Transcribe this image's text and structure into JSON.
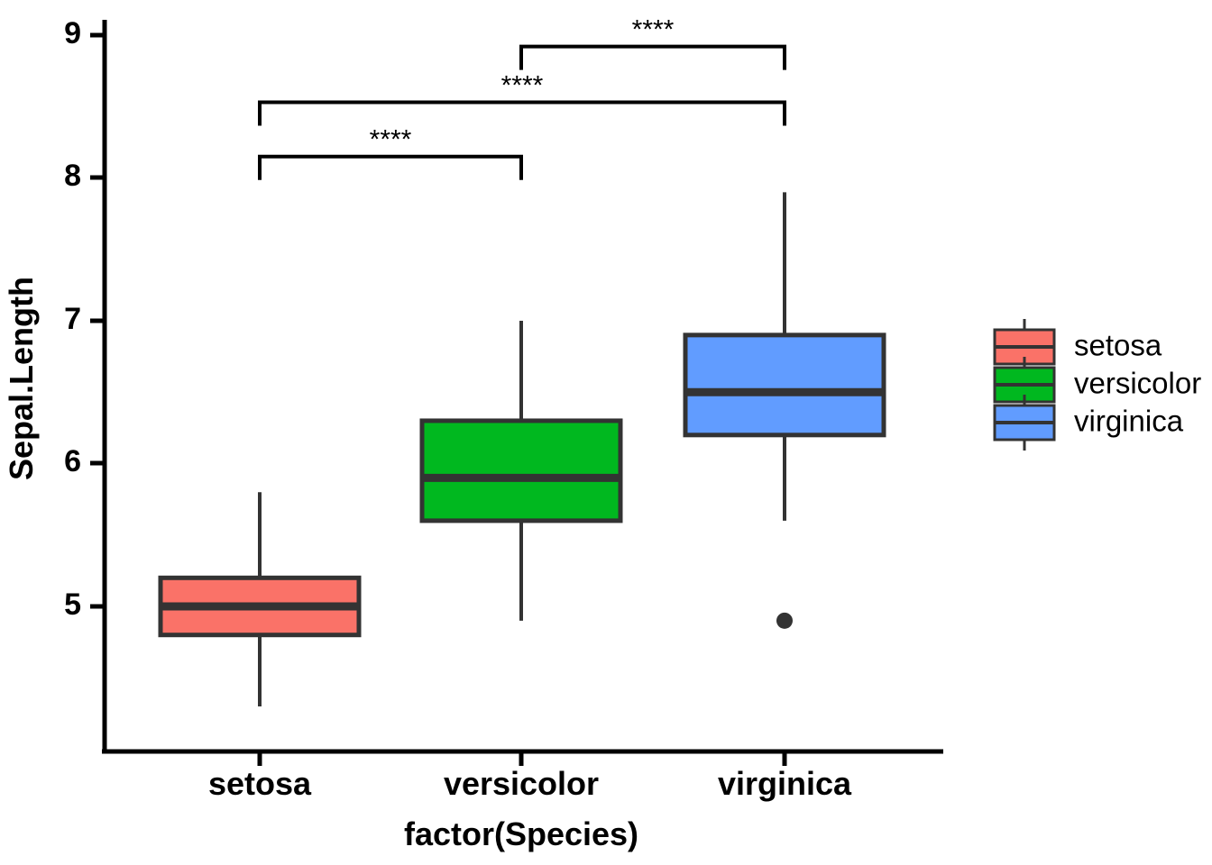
{
  "chart_data": {
    "type": "box",
    "title": "",
    "xlabel": "factor(Species)",
    "ylabel": "Sepal.Length",
    "categories": [
      "setosa",
      "versicolor",
      "virginica"
    ],
    "ylim": [
      4.2,
      9.1
    ],
    "yticks": [
      5,
      6,
      7,
      8,
      9
    ],
    "ytick_labels": [
      "5",
      "6",
      "7",
      "8",
      "9"
    ],
    "grid": false,
    "legend_position": "right",
    "legend_entries": [
      {
        "label": "setosa",
        "color": "#FA7268"
      },
      {
        "label": "versicolor",
        "color": "#00B81F"
      },
      {
        "label": "virginica",
        "color": "#619CFF"
      }
    ],
    "boxes": [
      {
        "name": "setosa",
        "color": "#FA7268",
        "whisker_low": 4.3,
        "q1": 4.8,
        "median": 5.0,
        "q3": 5.2,
        "whisker_high": 5.8,
        "outliers": []
      },
      {
        "name": "versicolor",
        "color": "#00B81F",
        "whisker_low": 4.9,
        "q1": 5.6,
        "median": 5.9,
        "q3": 6.3,
        "whisker_high": 7.0,
        "outliers": []
      },
      {
        "name": "virginica",
        "color": "#619CFF",
        "whisker_low": 5.6,
        "q1": 6.2,
        "median": 6.5,
        "q3": 6.9,
        "whisker_high": 7.9,
        "outliers": [
          4.9
        ]
      }
    ],
    "annotations": [
      {
        "label": "****",
        "group_a": "setosa",
        "group_b": "versicolor",
        "y": 8.15
      },
      {
        "label": "****",
        "group_a": "setosa",
        "group_b": "virginica",
        "y": 8.53
      },
      {
        "label": "****",
        "group_a": "versicolor",
        "group_b": "virginica",
        "y": 8.92
      }
    ]
  },
  "colors": {
    "setosa": "#FA7268",
    "versicolor": "#00B81F",
    "virginica": "#619CFF",
    "outline": "#333333",
    "axis": "#000000",
    "background": "#FFFFFF"
  }
}
